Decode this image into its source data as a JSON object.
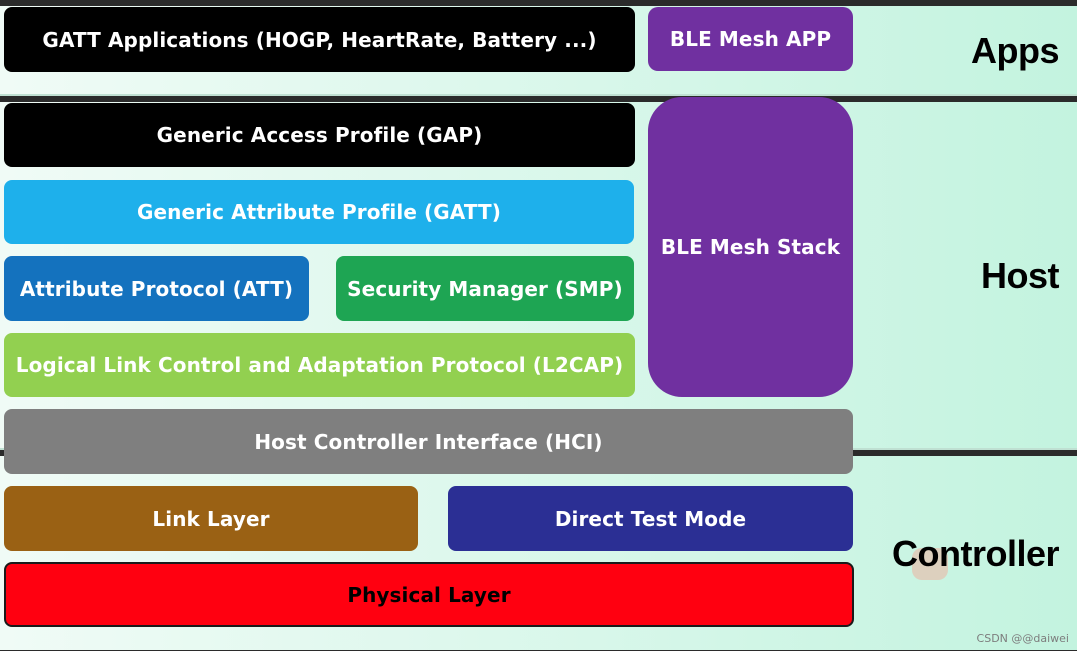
{
  "layers": {
    "apps": "Apps",
    "host": "Host",
    "controller": "Controller"
  },
  "blocks": {
    "gatt_apps": "GATT Applications (HOGP, HeartRate, Battery ...)",
    "ble_mesh_app": "BLE Mesh APP",
    "gap": "Generic Access Profile (GAP)",
    "gatt": "Generic Attribute Profile (GATT)",
    "att": "Attribute Protocol (ATT)",
    "smp": "Security Manager (SMP)",
    "l2cap": "Logical Link Control and Adaptation Protocol (L2CAP)",
    "ble_mesh_stack": "BLE Mesh Stack",
    "hci": "Host Controller Interface (HCI)",
    "link_layer": "Link Layer",
    "direct_test_mode": "Direct Test Mode",
    "physical_layer": "Physical Layer"
  },
  "colors": {
    "gatt_apps": "#000000",
    "ble_mesh": "#7030a0",
    "gap": "#000000",
    "gatt": "#1eb0eb",
    "att": "#1472be",
    "smp": "#1ea553",
    "l2cap": "#92d050",
    "hci": "#7f7f7f",
    "link_layer": "#9a6114",
    "direct_test_mode": "#2b2f94",
    "physical_layer": "#ff0010"
  },
  "watermark": "CSDN @@daiwei"
}
